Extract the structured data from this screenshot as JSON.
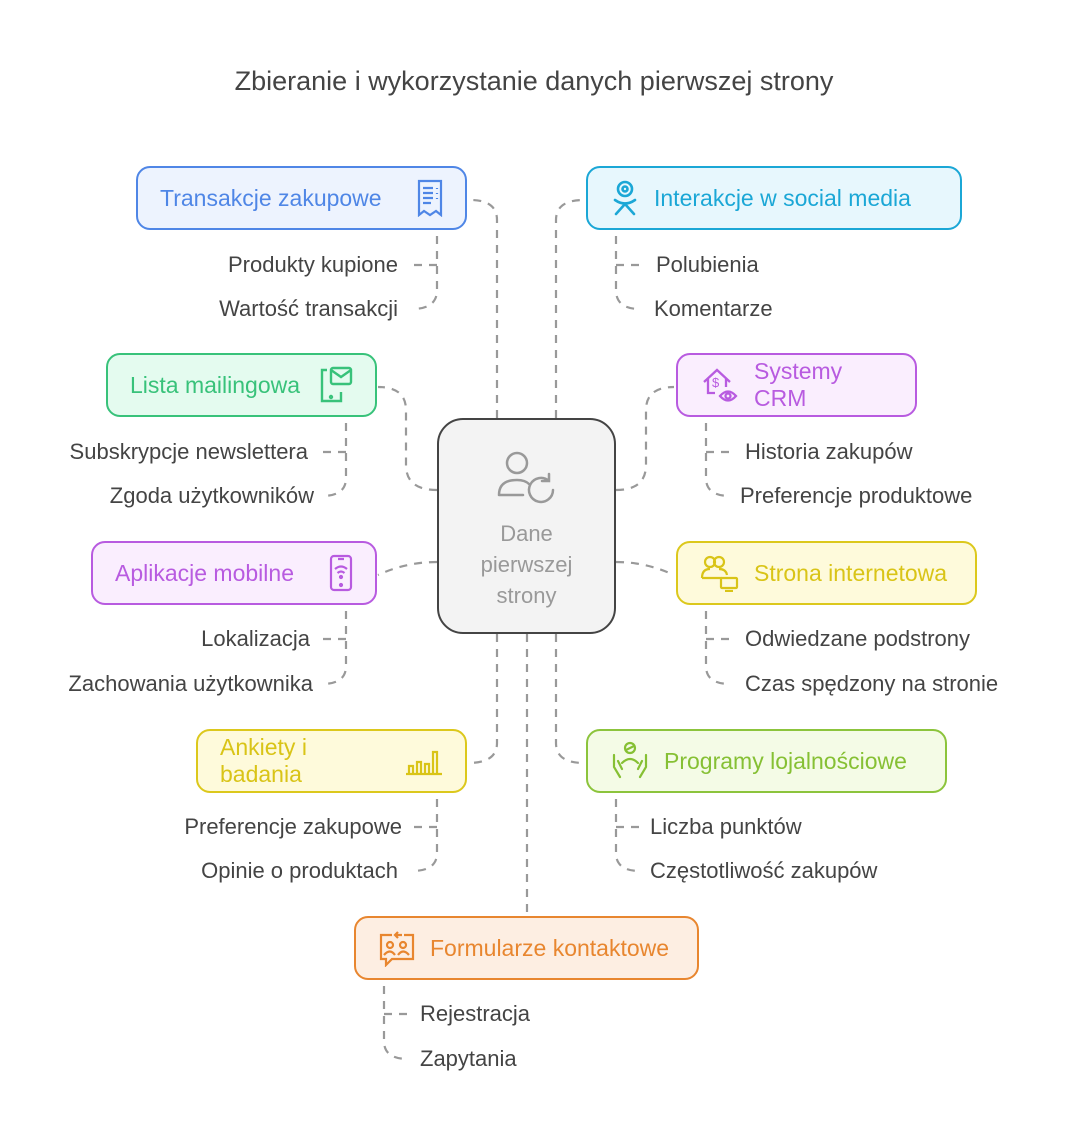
{
  "title": "Zbieranie i wykorzystanie danych pierwszej strony",
  "center": {
    "line1": "Dane",
    "line2": "pierwszej",
    "line3": "strony",
    "icon": "user-refresh-icon"
  },
  "nodes": [
    {
      "label": "Transakcje zakupowe",
      "icon": "receipt-icon",
      "color": "#4f86e6",
      "bg": "#edf3fe",
      "children": [
        "Produkty kupione",
        "Wartość transakcji"
      ]
    },
    {
      "label": "Interakcje w social media",
      "icon": "odnoklassniki-icon",
      "color": "#1ba7d6",
      "bg": "#e7f7fd",
      "children": [
        "Polubienia",
        "Komentarze"
      ]
    },
    {
      "label": "Lista mailingowa",
      "icon": "phone-mail-icon",
      "color": "#38c27a",
      "bg": "#e4fbef",
      "children": [
        "Subskrypcje newslettera",
        "Zgoda użytkowników"
      ]
    },
    {
      "label": "Systemy CRM",
      "icon": "house-dollar-eye-icon",
      "color": "#b85be0",
      "bg": "#faeefe",
      "children": [
        "Historia zakupów",
        "Preferencje produktowe"
      ]
    },
    {
      "label": "Aplikacje mobilne",
      "icon": "phone-wifi-icon",
      "color": "#b85be0",
      "bg": "#faeefe",
      "children": [
        "Lokalizacja",
        "Zachowania użytkownika"
      ]
    },
    {
      "label": "Strona internetowa",
      "icon": "users-monitor-icon",
      "color": "#dcc81c",
      "bg": "#fefadb",
      "children": [
        "Odwiedzane podstrony",
        "Czas spędzony na stronie"
      ]
    },
    {
      "label": "Ankiety i badania",
      "icon": "bar-chart-icon",
      "color": "#dcc81c",
      "bg": "#fefadb",
      "children": [
        "Preferencje zakupowe",
        "Opinie o produktach"
      ]
    },
    {
      "label": "Programy lojalnościowe",
      "icon": "hands-person-icon",
      "color": "#8cc43c",
      "bg": "#f4fbe6",
      "children": [
        "Liczba punktów",
        "Częstotliwość zakupów"
      ]
    },
    {
      "label": "Formularze kontaktowe",
      "icon": "contact-form-icon",
      "color": "#e8862f",
      "bg": "#fdeee2",
      "children": [
        "Rejestracja",
        "Zapytania"
      ]
    }
  ]
}
